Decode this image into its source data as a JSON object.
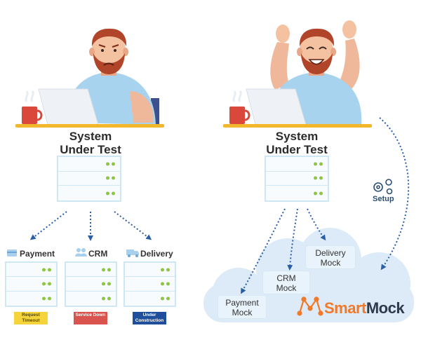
{
  "left": {
    "sut_line1": "System",
    "sut_line2": "Under Test",
    "services": [
      {
        "label": "Payment",
        "icon": "card-icon",
        "status": "Request Timeout",
        "status_color": "#f5d33a"
      },
      {
        "label": "CRM",
        "icon": "people-icon",
        "status": "Service Down",
        "status_color": "#d9534f"
      },
      {
        "label": "Delivery",
        "icon": "truck-icon",
        "status": "Under Construction",
        "status_color": "#1f4f9c"
      }
    ]
  },
  "right": {
    "sut_line1": "System",
    "sut_line2": "Under Test",
    "setup_label": "Setup",
    "mocks": [
      {
        "line1": "Payment",
        "line2": "Mock"
      },
      {
        "line1": "CRM",
        "line2": "Mock"
      },
      {
        "line1": "Delivery",
        "line2": "Mock"
      }
    ],
    "brand": "SmartMock",
    "brand_color": "#f07a2a"
  },
  "colors": {
    "cloud": "#dcebf7",
    "server_border": "#cfe6f4",
    "led": "#8dc63f",
    "arrow": "#2a5fa8",
    "desk": "#f2b72b",
    "shirt": "#a8d3ef",
    "beard": "#b0452a"
  }
}
